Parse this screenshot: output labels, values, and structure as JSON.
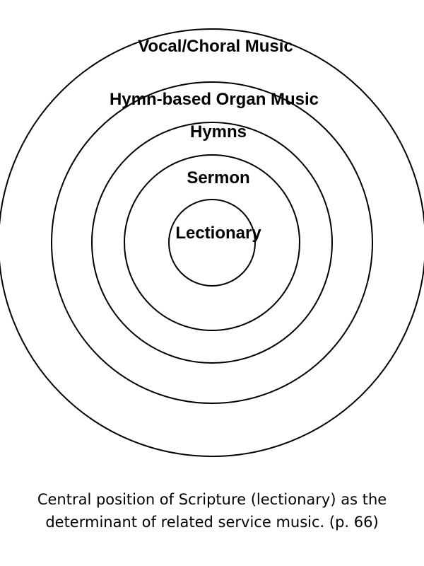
{
  "diagram": {
    "rings": [
      {
        "label": "Vocal/Choral Music"
      },
      {
        "label": "Hymn-based Organ Music"
      },
      {
        "label": "Hymns"
      },
      {
        "label": "Sermon"
      },
      {
        "label": "Lectionary"
      }
    ],
    "stroke_color": "#000000"
  },
  "caption": {
    "line1": "Central position of Scripture (lectionary) as the",
    "line2": "determinant of related service music. (p. 66)"
  }
}
